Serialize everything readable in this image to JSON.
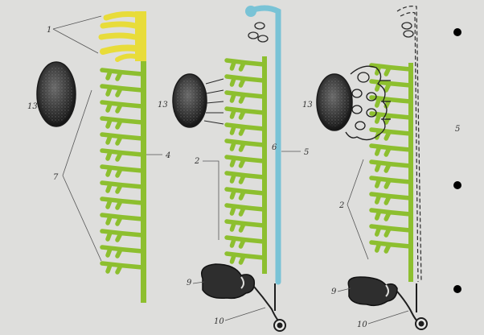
{
  "colors": {
    "background": "#dededc",
    "pronephros_yellow": "#e8dc3a",
    "tubule_green": "#8dbf2f",
    "duct_blue": "#79c3d6",
    "outline_dark": "#2a2a2a",
    "gonad_fill": "#3a3a3a",
    "bullet": "#000000"
  },
  "panels": [
    {
      "id": "left",
      "labels": {
        "pronephros": "1",
        "mesonephros": "7",
        "duct": "4",
        "gonad": "13"
      }
    },
    {
      "id": "middle",
      "labels": {
        "mesonephros": "2",
        "duct_inner": "6",
        "duct_outer": "5",
        "gonad": "13",
        "metanephros": "9",
        "cloaca": "10"
      }
    },
    {
      "id": "right",
      "labels": {
        "mesonephros": "2",
        "duct": "5",
        "gonad": "13",
        "metanephros": "9",
        "cloaca": "10"
      }
    }
  ],
  "bullets": 3
}
